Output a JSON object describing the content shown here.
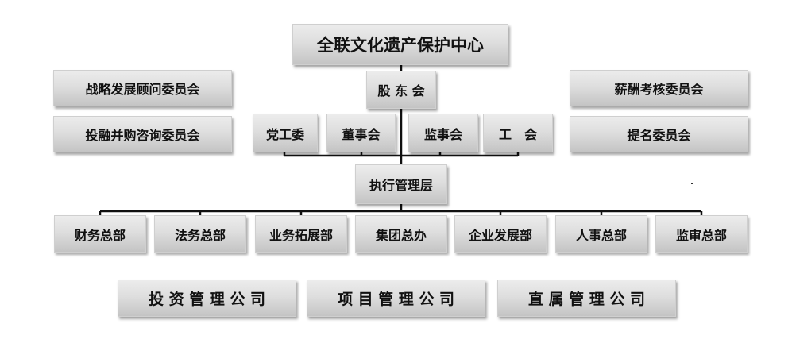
{
  "title": "全联文化遗产保护中心",
  "shareholders": "股 东 会",
  "left_committees": [
    "战略发展顾问委员会",
    "投融并购咨询委员会"
  ],
  "right_committees": [
    "薪酬考核委员会",
    "提名委员会"
  ],
  "governance": [
    "党工委",
    "董事会",
    "监事会",
    "工　会"
  ],
  "executive": "执行管理层",
  "departments": [
    "财务总部",
    "法务总部",
    "业务拓展部",
    "集团总办",
    "企业发展部",
    "人事总部",
    "监审总部"
  ],
  "companies": [
    "投 资 管 理 公 司",
    "项 目 管 理 公 司",
    "直 属 管 理 公 司"
  ],
  "colors": {
    "box_light": "#ececec",
    "box_dark": "#c4c4c4",
    "line": "#111111",
    "text": "#111111"
  }
}
